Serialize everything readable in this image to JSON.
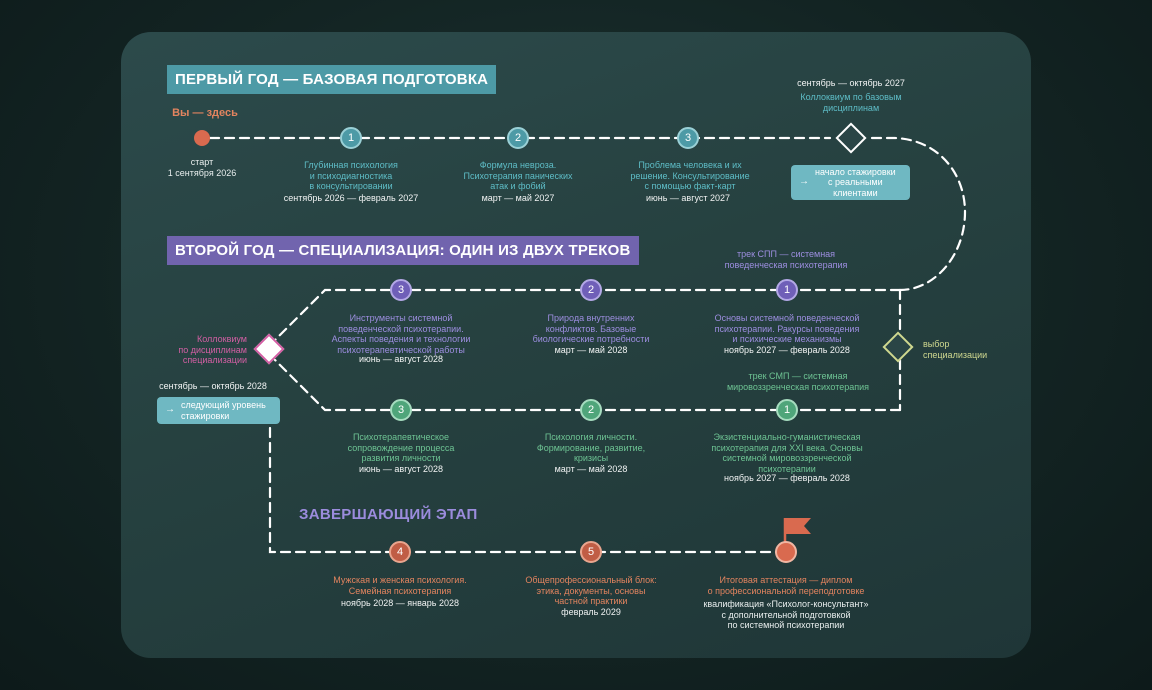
{
  "year1": {
    "title": "ПЕРВЫЙ ГОД — БАЗОВАЯ ПОДГОТОВКА",
    "you_here": "Вы — здесь",
    "start_label": "старт",
    "start_date": "1 сентября 2026",
    "steps": [
      {
        "num": "1",
        "text": [
          "Глубинная психология",
          "и психодиагностика",
          "в консультировании"
        ],
        "date": "сентябрь 2026 — февраль 2027"
      },
      {
        "num": "2",
        "text": [
          "Формула невроза.",
          "Психотерапия панических",
          "атак и фобий"
        ],
        "date": "март — май 2027"
      },
      {
        "num": "3",
        "text": [
          "Проблема человека и их",
          "решение. Консультирование",
          "с помощью факт-карт"
        ],
        "date": "июнь — август 2027"
      }
    ],
    "colloquium_date": "сентябрь — октябрь 2027",
    "colloquium_text": [
      "Коллоквиум по базовым",
      "дисциплинам"
    ],
    "internship_pill": [
      "начало стажировки",
      "с реальными",
      "клиентами"
    ]
  },
  "year2": {
    "title": "ВТОРОЙ ГОД — СПЕЦИАЛИЗАЦИЯ: ОДИН ИЗ ДВУХ ТРЕКОВ",
    "track_spp": [
      "трек СПП — системная",
      "поведенческая психотерапия"
    ],
    "track_smp": [
      "трек СМП — системная",
      "мировоззренческая психотерапия"
    ],
    "choice": [
      "выбор",
      "специализации"
    ],
    "spp_steps": [
      {
        "num": "1",
        "text": [
          "Основы системной поведенческой",
          "психотерапии. Ракурсы поведения",
          "и психические механизмы"
        ],
        "date": "ноябрь 2027 — февраль 2028"
      },
      {
        "num": "2",
        "text": [
          "Природа внутренних",
          "конфликтов. Базовые",
          "биологические потребности"
        ],
        "date": "март — май 2028"
      },
      {
        "num": "3",
        "text": [
          "Инструменты системной",
          "поведенческой психотерапии.",
          "Аспекты поведения и технологии",
          "психотерапевтической работы"
        ],
        "date": "июнь — август 2028"
      }
    ],
    "smp_steps": [
      {
        "num": "1",
        "text": [
          "Экзистенциально-гуманистическая",
          "психотерапия для XXI века. Основы",
          "системной мировоззренческой",
          "психотерапии"
        ],
        "date": "ноябрь 2027 — февраль 2028"
      },
      {
        "num": "2",
        "text": [
          "Психология личности.",
          "Формирование, развитие,",
          "кризисы"
        ],
        "date": "март — май 2028"
      },
      {
        "num": "3",
        "text": [
          "Психотерапевтическое",
          "сопровождение процесса",
          "развития личности"
        ],
        "date": "июнь — август 2028"
      }
    ],
    "colloquium_text": [
      "Коллоквиум",
      "по дисциплинам",
      "специализации"
    ],
    "colloquium_date": "сентябрь — октябрь 2028",
    "next_pill": [
      "следующий уровень",
      "стажировки"
    ]
  },
  "final": {
    "title": "ЗАВЕРШАЮЩИЙ ЭТАП",
    "steps": [
      {
        "num": "4",
        "text": [
          "Мужская и женская психология.",
          "Семейная психотерапия"
        ],
        "date": "ноябрь 2028 — январь 2028"
      },
      {
        "num": "5",
        "text": [
          "Общепрофессиональный блок:",
          "этика, документы, основы",
          "частной практики"
        ],
        "date": "февраль 2029"
      }
    ],
    "attestation": [
      "Итоговая аттестация — диплом",
      "о профессиональной переподготовке"
    ],
    "qualification": [
      "квалификация «Психолог-консультант»",
      "с дополнительной подготовкой",
      "по системной психотерапии"
    ]
  },
  "colors": {
    "teal": "#4d9aa6",
    "purple": "#7164ae",
    "green": "#4fa57a",
    "orange": "#d96a4f",
    "pink": "#d35fa4",
    "yellow": "#cfd88f"
  }
}
